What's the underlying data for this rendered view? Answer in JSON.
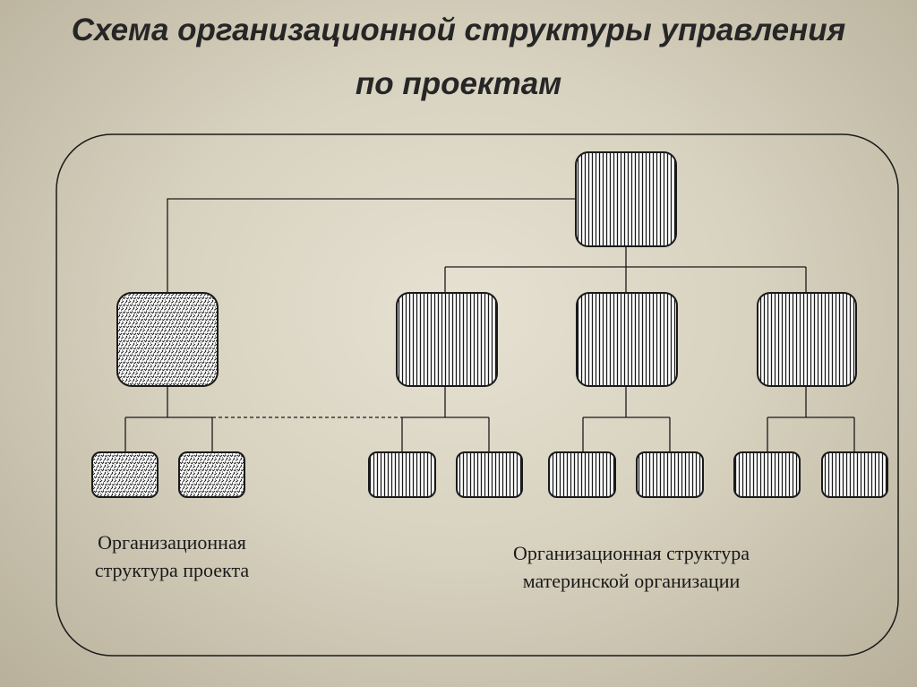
{
  "title": {
    "line1": "Схема организационной структуры управления",
    "line2": "по проектам"
  },
  "captions": {
    "project_structure": {
      "line1": "Организационная",
      "line2": "структура проекта"
    },
    "parent_structure": {
      "line1": "Организационная структура",
      "line2": "материнской организации"
    }
  },
  "colors": {
    "line": "#1a1a1a",
    "box_fill": "#ffffff"
  }
}
